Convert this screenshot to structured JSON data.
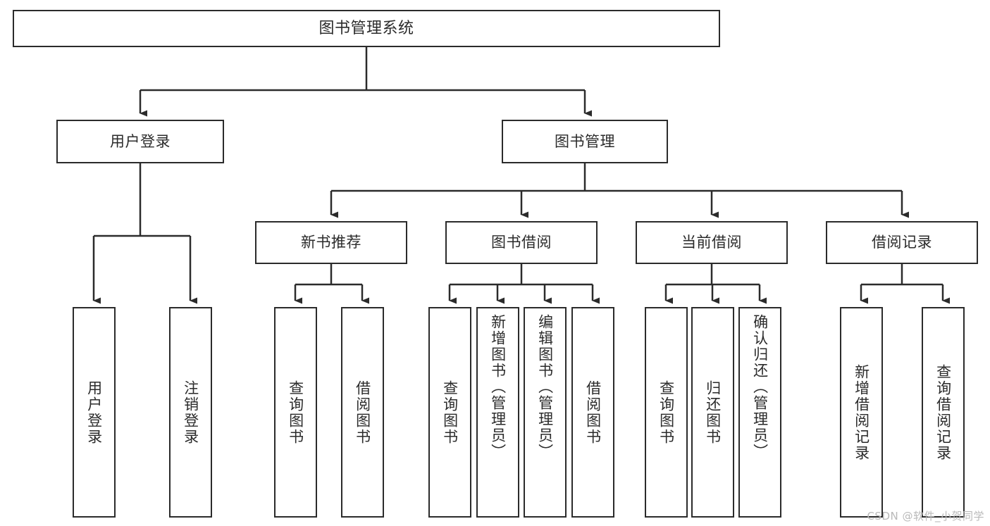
{
  "diagram": {
    "title": "图书管理系统",
    "type": "tree-hierarchy-chart",
    "root": {
      "label": "图书管理系统"
    },
    "level2": [
      {
        "label": "用户登录"
      },
      {
        "label": "图书管理"
      }
    ],
    "level3": [
      {
        "label": "新书推荐"
      },
      {
        "label": "图书借阅"
      },
      {
        "label": "当前借阅"
      },
      {
        "label": "借阅记录"
      }
    ],
    "leaves": {
      "user_login": [
        {
          "label": "用户登录"
        },
        {
          "label": "注销登录"
        }
      ],
      "new_book_recommend": [
        {
          "label": "查询图书"
        },
        {
          "label": "借阅图书"
        }
      ],
      "book_borrow": [
        {
          "label": "查询图书"
        },
        {
          "label": "新增图书（管理员）"
        },
        {
          "label": "编辑图书（管理员）"
        },
        {
          "label": "借阅图书"
        }
      ],
      "current_borrow": [
        {
          "label": "查询图书"
        },
        {
          "label": "归还图书"
        },
        {
          "label": "确认归还（管理员）"
        }
      ],
      "borrow_record": [
        {
          "label": "新增借阅记录"
        },
        {
          "label": "查询借阅记录"
        }
      ]
    }
  },
  "watermark": {
    "text": "CSDN @软件_小贺同学"
  },
  "colors": {
    "stroke": "#2b2b2b",
    "fill": "#ffffff",
    "text": "#2b2b2b",
    "watermark": "#b9b9b9"
  }
}
